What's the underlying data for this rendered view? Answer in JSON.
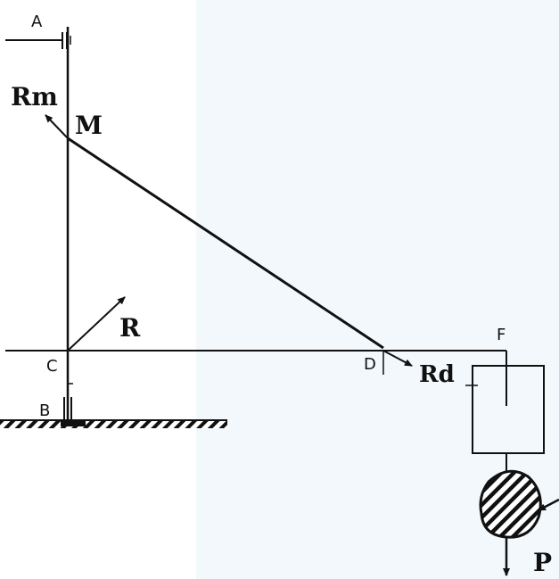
{
  "labels": {
    "A": "A",
    "B": "B",
    "C": "C",
    "D": "D",
    "F": "F",
    "M": "M",
    "Rm": "Rm",
    "R": "R",
    "Rd": "Rd",
    "P": "P"
  },
  "colors": {
    "background_tint": "#e8f3f8",
    "ink": "#111111"
  }
}
